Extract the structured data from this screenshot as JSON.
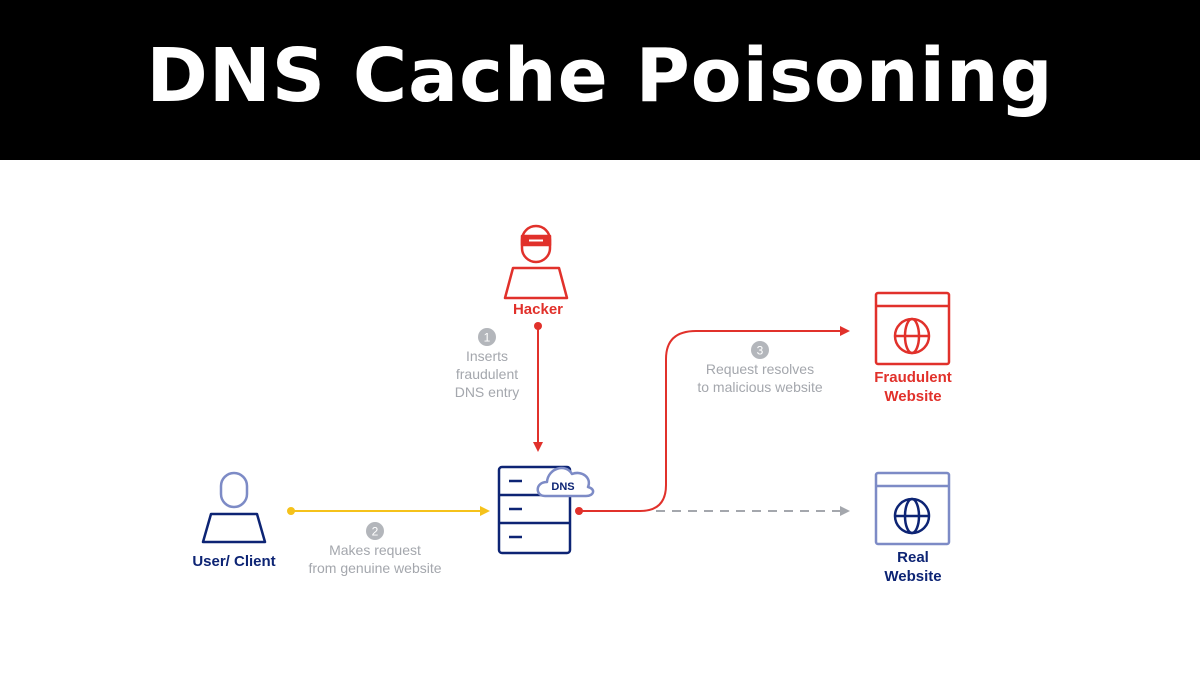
{
  "title": "DNS Cache Poisoning",
  "colors": {
    "header_bg": "#000000",
    "title_text": "#ffffff",
    "attack_red": "#e1312b",
    "client_navy": "#0d2474",
    "outline_blue": "#7d8bc6",
    "request_yellow": "#f5c21b",
    "legit_gray": "#a4a7ad",
    "step_badge_gray": "#b3b6bb"
  },
  "nodes": {
    "hacker": {
      "label": "Hacker",
      "icon": "hacker-icon"
    },
    "user": {
      "label": "User/ Client",
      "icon": "user-icon"
    },
    "dns": {
      "label": "DNS",
      "icon": "dns-server-icon"
    },
    "fraudulent": {
      "label_line1": "Fraudulent",
      "label_line2": "Website",
      "icon": "globe-icon"
    },
    "real": {
      "label_line1": "Real",
      "label_line2": "Website",
      "icon": "globe-icon"
    }
  },
  "steps": [
    {
      "number": "1",
      "line1": "Inserts",
      "line2": "fraudulent",
      "line3": "DNS entry"
    },
    {
      "number": "2",
      "line1": "Makes request",
      "line2": "from genuine website"
    },
    {
      "number": "3",
      "line1": "Request resolves",
      "line2": "to malicious website"
    }
  ]
}
